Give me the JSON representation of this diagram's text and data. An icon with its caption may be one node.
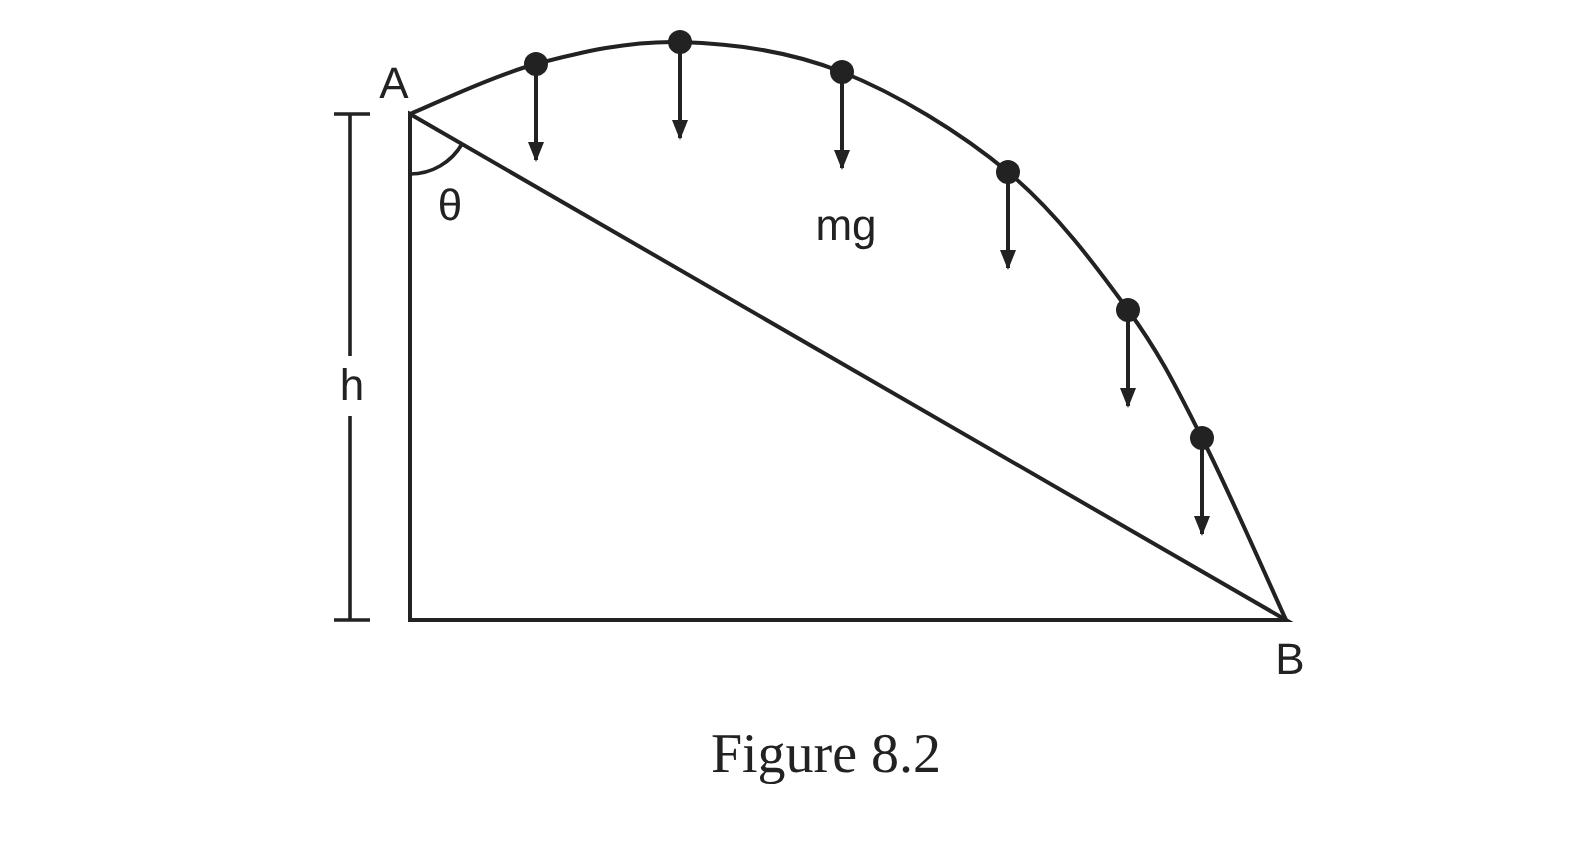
{
  "diagram": {
    "caption": "Figure 8.2",
    "labels": [
      "A",
      "θ",
      "mg",
      "h",
      "B"
    ]
  }
}
